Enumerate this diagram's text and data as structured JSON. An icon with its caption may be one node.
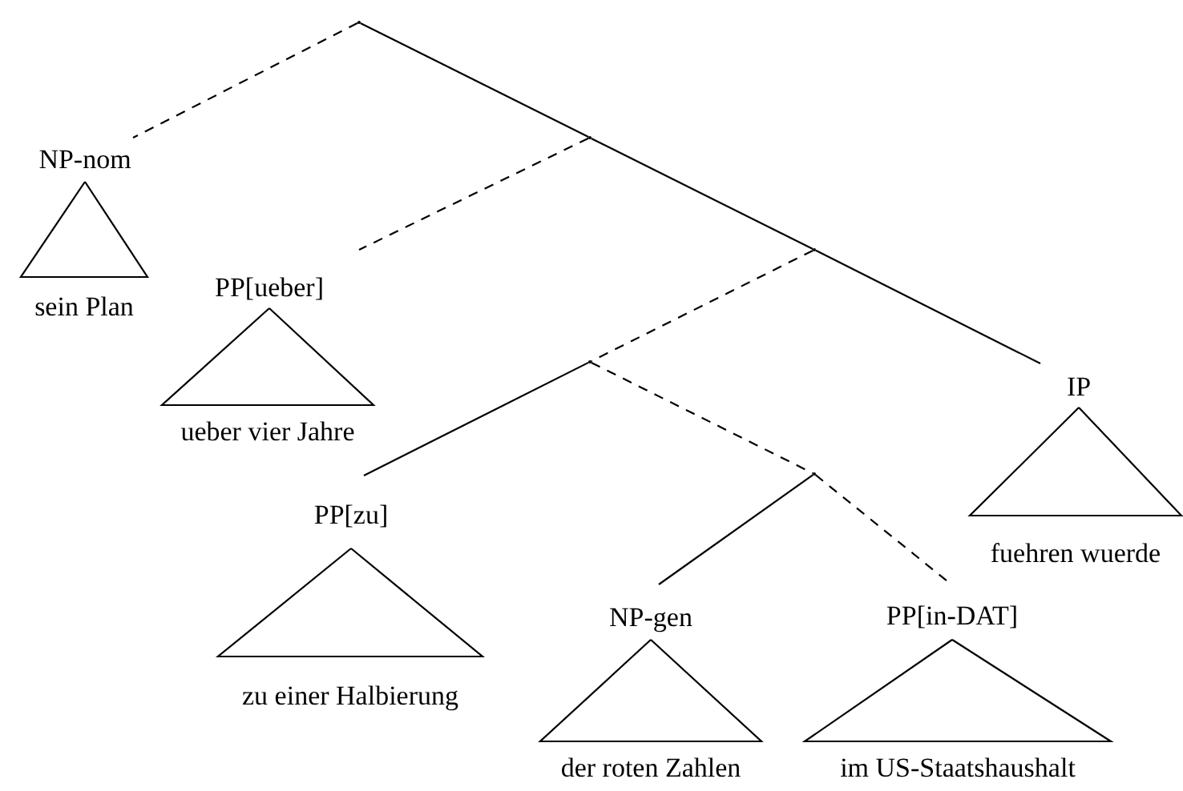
{
  "diagram": {
    "nodes": [
      {
        "text": [],
        "shape": "point"
      },
      {
        "text": [
          "NP-nom",
          "sein Plan"
        ]
      },
      {
        "text": [],
        "shape": "point"
      },
      {
        "text": [
          "PP[ueber]",
          "ueber vier Jahre"
        ]
      },
      {
        "text": [],
        "shape": "point"
      },
      {
        "text": [],
        "shape": "point"
      },
      {
        "text": [
          "IP",
          "fuehren wuerde"
        ]
      },
      {
        "text": [
          "PP[zu]",
          "zu einer Halbierung"
        ]
      },
      {
        "text": [],
        "shape": "point"
      },
      {
        "text": [
          "NP-gen",
          "der roten Zahlen"
        ]
      },
      {
        "text": [
          "PP[in-DAT]",
          "im US-Staatshaushalt"
        ]
      }
    ],
    "edges": [
      {
        "from": 0,
        "to": 1,
        "arrow": "none",
        "style": "dashed"
      },
      {
        "from": 0,
        "to": 2,
        "arrow": "none"
      },
      {
        "from": 2,
        "to": 3,
        "arrow": "none",
        "style": "dashed"
      },
      {
        "from": 2,
        "to": 4,
        "arrow": "none"
      },
      {
        "from": 4,
        "to": 5,
        "arrow": "none",
        "style": "dashed"
      },
      {
        "from": 4,
        "to": 6,
        "arrow": "none"
      },
      {
        "from": 5,
        "to": 7,
        "arrow": "none"
      },
      {
        "from": 5,
        "to": 8,
        "arrow": "none",
        "style": "dashed"
      },
      {
        "from": 8,
        "to": 9,
        "arrow": "none"
      },
      {
        "from": 8,
        "to": 10,
        "arrow": "none",
        "style": "dashed"
      }
    ]
  }
}
